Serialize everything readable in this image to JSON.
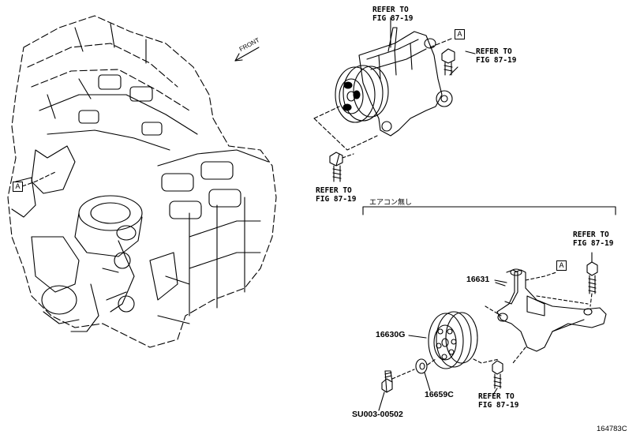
{
  "labels": {
    "refer_top": "REFER TO\nFIG 87-19",
    "refer_top_right": "REFER TO\nFIG 87-19",
    "refer_left_bolt": "REFER TO\nFIG 87-19",
    "refer_lower_right": "REFER TO\nFIG 87-19",
    "refer_lower_bolt": "REFER TO\nFIG 87-19"
  },
  "part_numbers": {
    "bracket": "16631",
    "pulley": "16630G",
    "washer": "16659C",
    "bolt": "SU003-00502"
  },
  "reference_marks": {
    "a_compressor": "A",
    "a_engine": "A",
    "a_bracket": "A"
  },
  "direction_label": "FRONT",
  "variant_label": "エアコン無し",
  "figure_id": "164783C"
}
